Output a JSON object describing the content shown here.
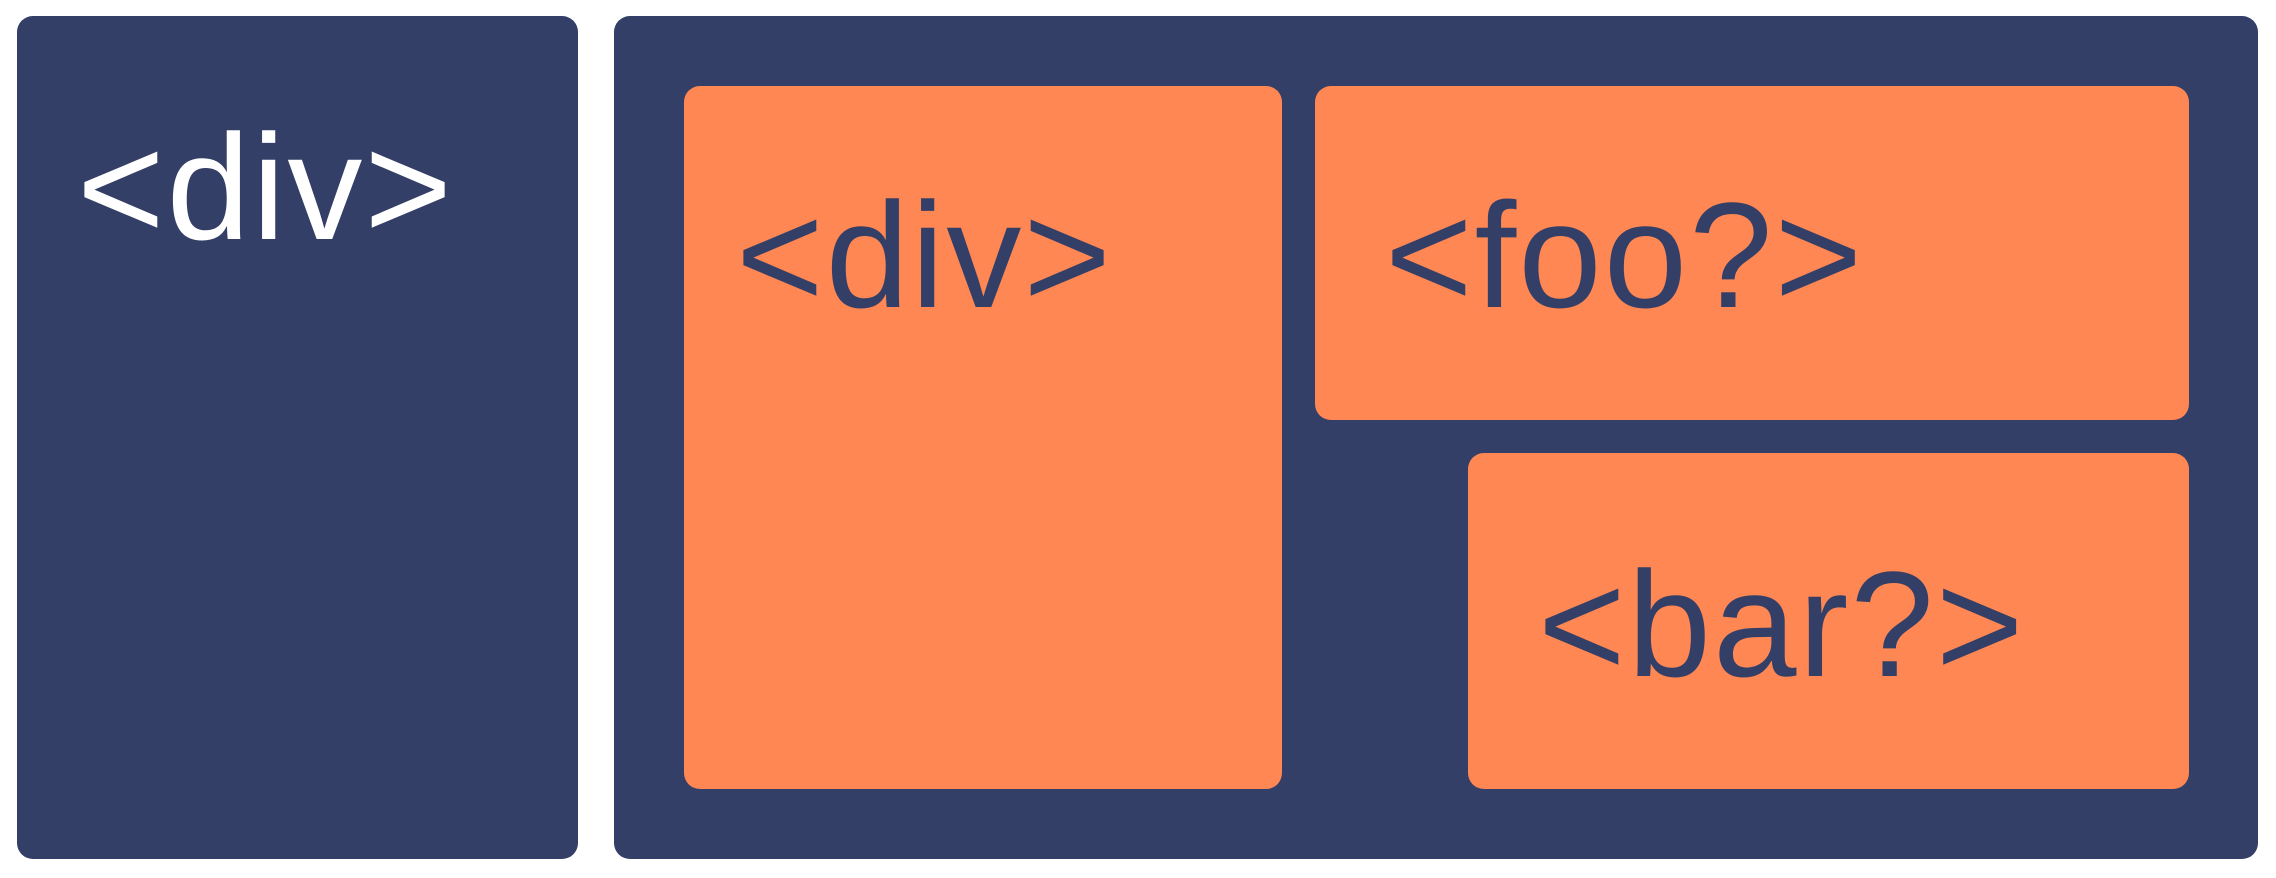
{
  "colors": {
    "navy": "#343f67",
    "orange": "#ff8753",
    "white": "#ffffff"
  },
  "left_panel": {
    "label": "<div>"
  },
  "right_panel": {
    "inner_div": {
      "label": "<div>"
    },
    "foo": {
      "label": "<foo?>"
    },
    "bar": {
      "label": "<bar?>"
    }
  }
}
